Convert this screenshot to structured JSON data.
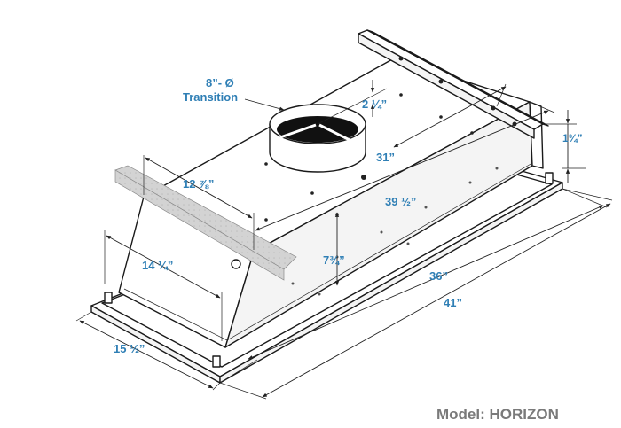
{
  "dimensions": {
    "transition_line1": "8”- Ø",
    "transition_line2": "Transition",
    "collar_offset": "2 ¼”",
    "bracket_height": "1¾”",
    "inner_length": "31”",
    "bracket_width": "12 ⅞”",
    "body_length": "39 ½”",
    "body_height": "7¾”",
    "body_depth": "14 ¼”",
    "length": "36”",
    "overall_length": "41”",
    "overall_depth": "15 ½”"
  },
  "model": {
    "label": "Model: HORIZON"
  },
  "colors": {
    "dimension_text": "#2f7fb5",
    "model_text": "#7a7a7a",
    "outline": "#1a1a1a",
    "bracket_fill": "#d0d0d0"
  }
}
